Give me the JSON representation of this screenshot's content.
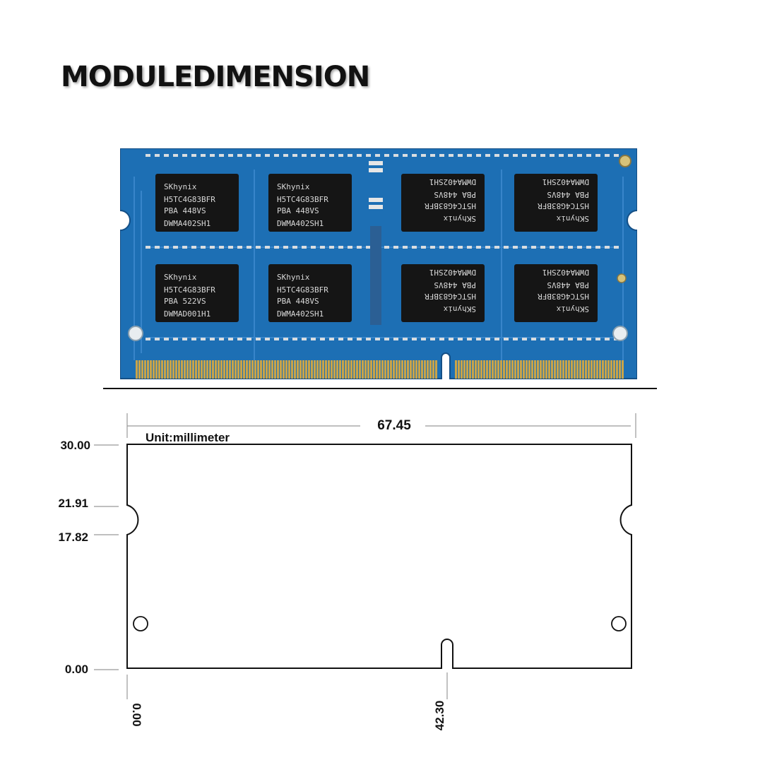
{
  "title": "MODULEDIMENSION",
  "unit_label": "Unit:millimeter",
  "width_value": "67.45",
  "y_labels": [
    "30.00",
    "21.91",
    "17.82",
    "0.00"
  ],
  "x_labels": [
    "0.00",
    "42.30"
  ],
  "chips_top": [
    {
      "brand": "SKhynix",
      "part": "H5TC4G83BFR",
      "line2": "PBA    448VS",
      "code": "DWMA402SH1"
    },
    {
      "brand": "SKhynix",
      "part": "H5TC4G83BFR",
      "line2": "PBA    448VS",
      "code": "DWMA402SH1"
    },
    {
      "brand": "SKhynix",
      "part": "H5TC4G83BFR",
      "line2": "PBA    448VS",
      "code": "DWMA402SH1"
    },
    {
      "brand": "SKhynix",
      "part": "H5TC4G83BFR",
      "line2": "PBA    448VS",
      "code": "DWMA402SH1"
    }
  ],
  "chips_bottom": [
    {
      "brand": "SKhynix",
      "part": "H5TC4G83BFR",
      "line2": "PBA    522VS",
      "code": "DWMAD001H1"
    },
    {
      "brand": "SKhynix",
      "part": "H5TC4G83BFR",
      "line2": "PBA    448VS",
      "code": "DWMA402SH1"
    },
    {
      "brand": "SKhynix",
      "part": "H5TC4G83BFR",
      "line2": "PBA    448VS",
      "code": "DWMA402SH1"
    },
    {
      "brand": "SKhynix",
      "part": "H5TC4G83BFR",
      "line2": "PBA    448VS",
      "code": "DWMA402SH1"
    }
  ],
  "colors": {
    "pcb": "#1d6fb4",
    "pcb_dark": "#144f86",
    "chip": "#151515",
    "gold": "#c9a449",
    "ink": "#111111"
  }
}
